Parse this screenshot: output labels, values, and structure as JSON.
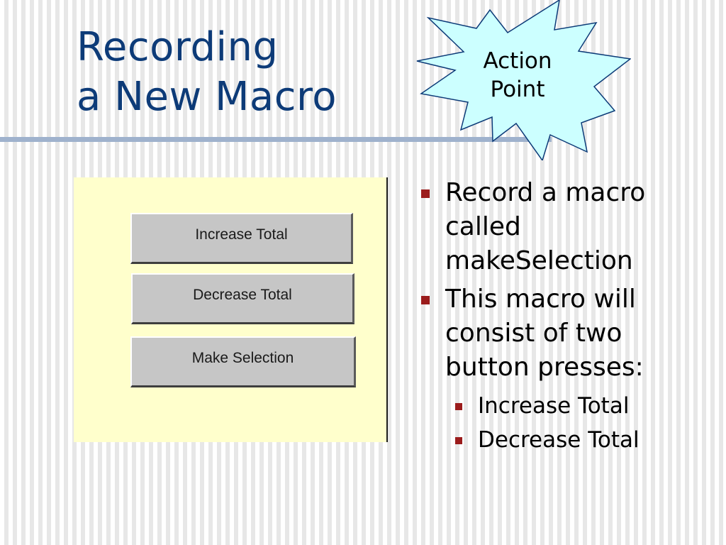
{
  "slide": {
    "title_lines": [
      "Recording",
      "a New Macro"
    ],
    "callout_lines": [
      "Action",
      "Point"
    ],
    "panel": {
      "buttons": [
        "Increase Total",
        "Decrease Total",
        "Make Selection"
      ]
    },
    "bullets": [
      {
        "lines": [
          "Record a macro",
          "called",
          "makeSelection"
        ]
      },
      {
        "lines": [
          "This macro will",
          "consist of two",
          "button presses:"
        ]
      }
    ],
    "sub_bullets": [
      "Increase Total",
      "Decrease Total"
    ]
  },
  "colors": {
    "title": "#0d3b78",
    "rule": "#9fb2cd",
    "callout_fill": "#ccffff",
    "callout_stroke": "#0d3b78",
    "panel_fill": "#ffffcc",
    "button_face": "#c6c6c6",
    "bullet_mark": "#9b1c1c"
  },
  "icons": {
    "callout_shape": "starburst",
    "bullet_mark": "square-bullet"
  }
}
